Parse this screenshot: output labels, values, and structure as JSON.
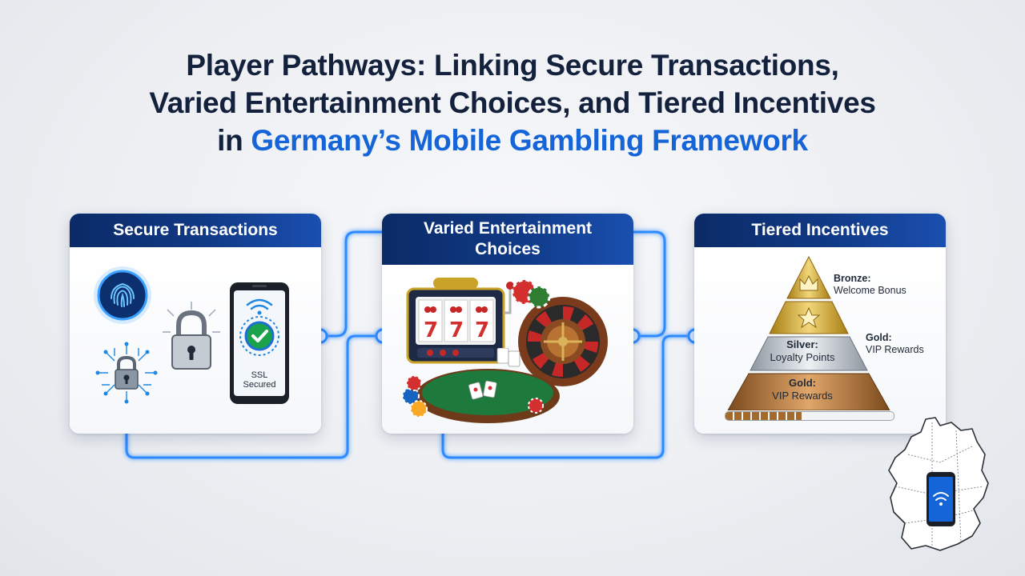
{
  "title": {
    "line1": "Player Pathways: Linking Secure Transactions,",
    "line2": "Varied Entertainment Choices, and Tiered Incentives",
    "line3_prefix": "in ",
    "line3_highlight": "Germany’s Mobile Gambling Framework"
  },
  "colors": {
    "navy": "#0b2a66",
    "accent_blue": "#1565d8",
    "connector": "#2f8bff",
    "gold": "#c9a227",
    "silver": "#9aa3ad",
    "bronze": "#a36a2e"
  },
  "cards": {
    "secure": {
      "header": "Secure Transactions",
      "phone_badge": "SSL Secured",
      "icons": [
        "fingerprint-icon",
        "padlock-icon",
        "circuit-lock-icon",
        "smartphone-icon",
        "check-shield-icon",
        "wifi-icon"
      ]
    },
    "entertainment": {
      "header": "Varied Entertainment Choices",
      "icons": [
        "slot-machine-icon",
        "poker-chips-icon",
        "roulette-wheel-icon",
        "card-table-icon"
      ]
    },
    "tiers": {
      "header": "Tiered Incentives",
      "side_labels": [
        {
          "name": "Bronze:",
          "reward": "Welcome Bonus"
        },
        {
          "name": "Gold:",
          "reward": "VIP Rewards"
        }
      ],
      "pyramid_labels": [
        {
          "name": "Silver:",
          "reward": "Loyalty Points"
        },
        {
          "name": "Gold:",
          "reward": "VIP Rewards"
        }
      ],
      "progress_fraction": 0.45,
      "icons": [
        "crown-icon",
        "star-icon"
      ]
    }
  },
  "corner_graphic": {
    "icons": [
      "germany-map-icon",
      "smartphone-wifi-icon"
    ]
  }
}
